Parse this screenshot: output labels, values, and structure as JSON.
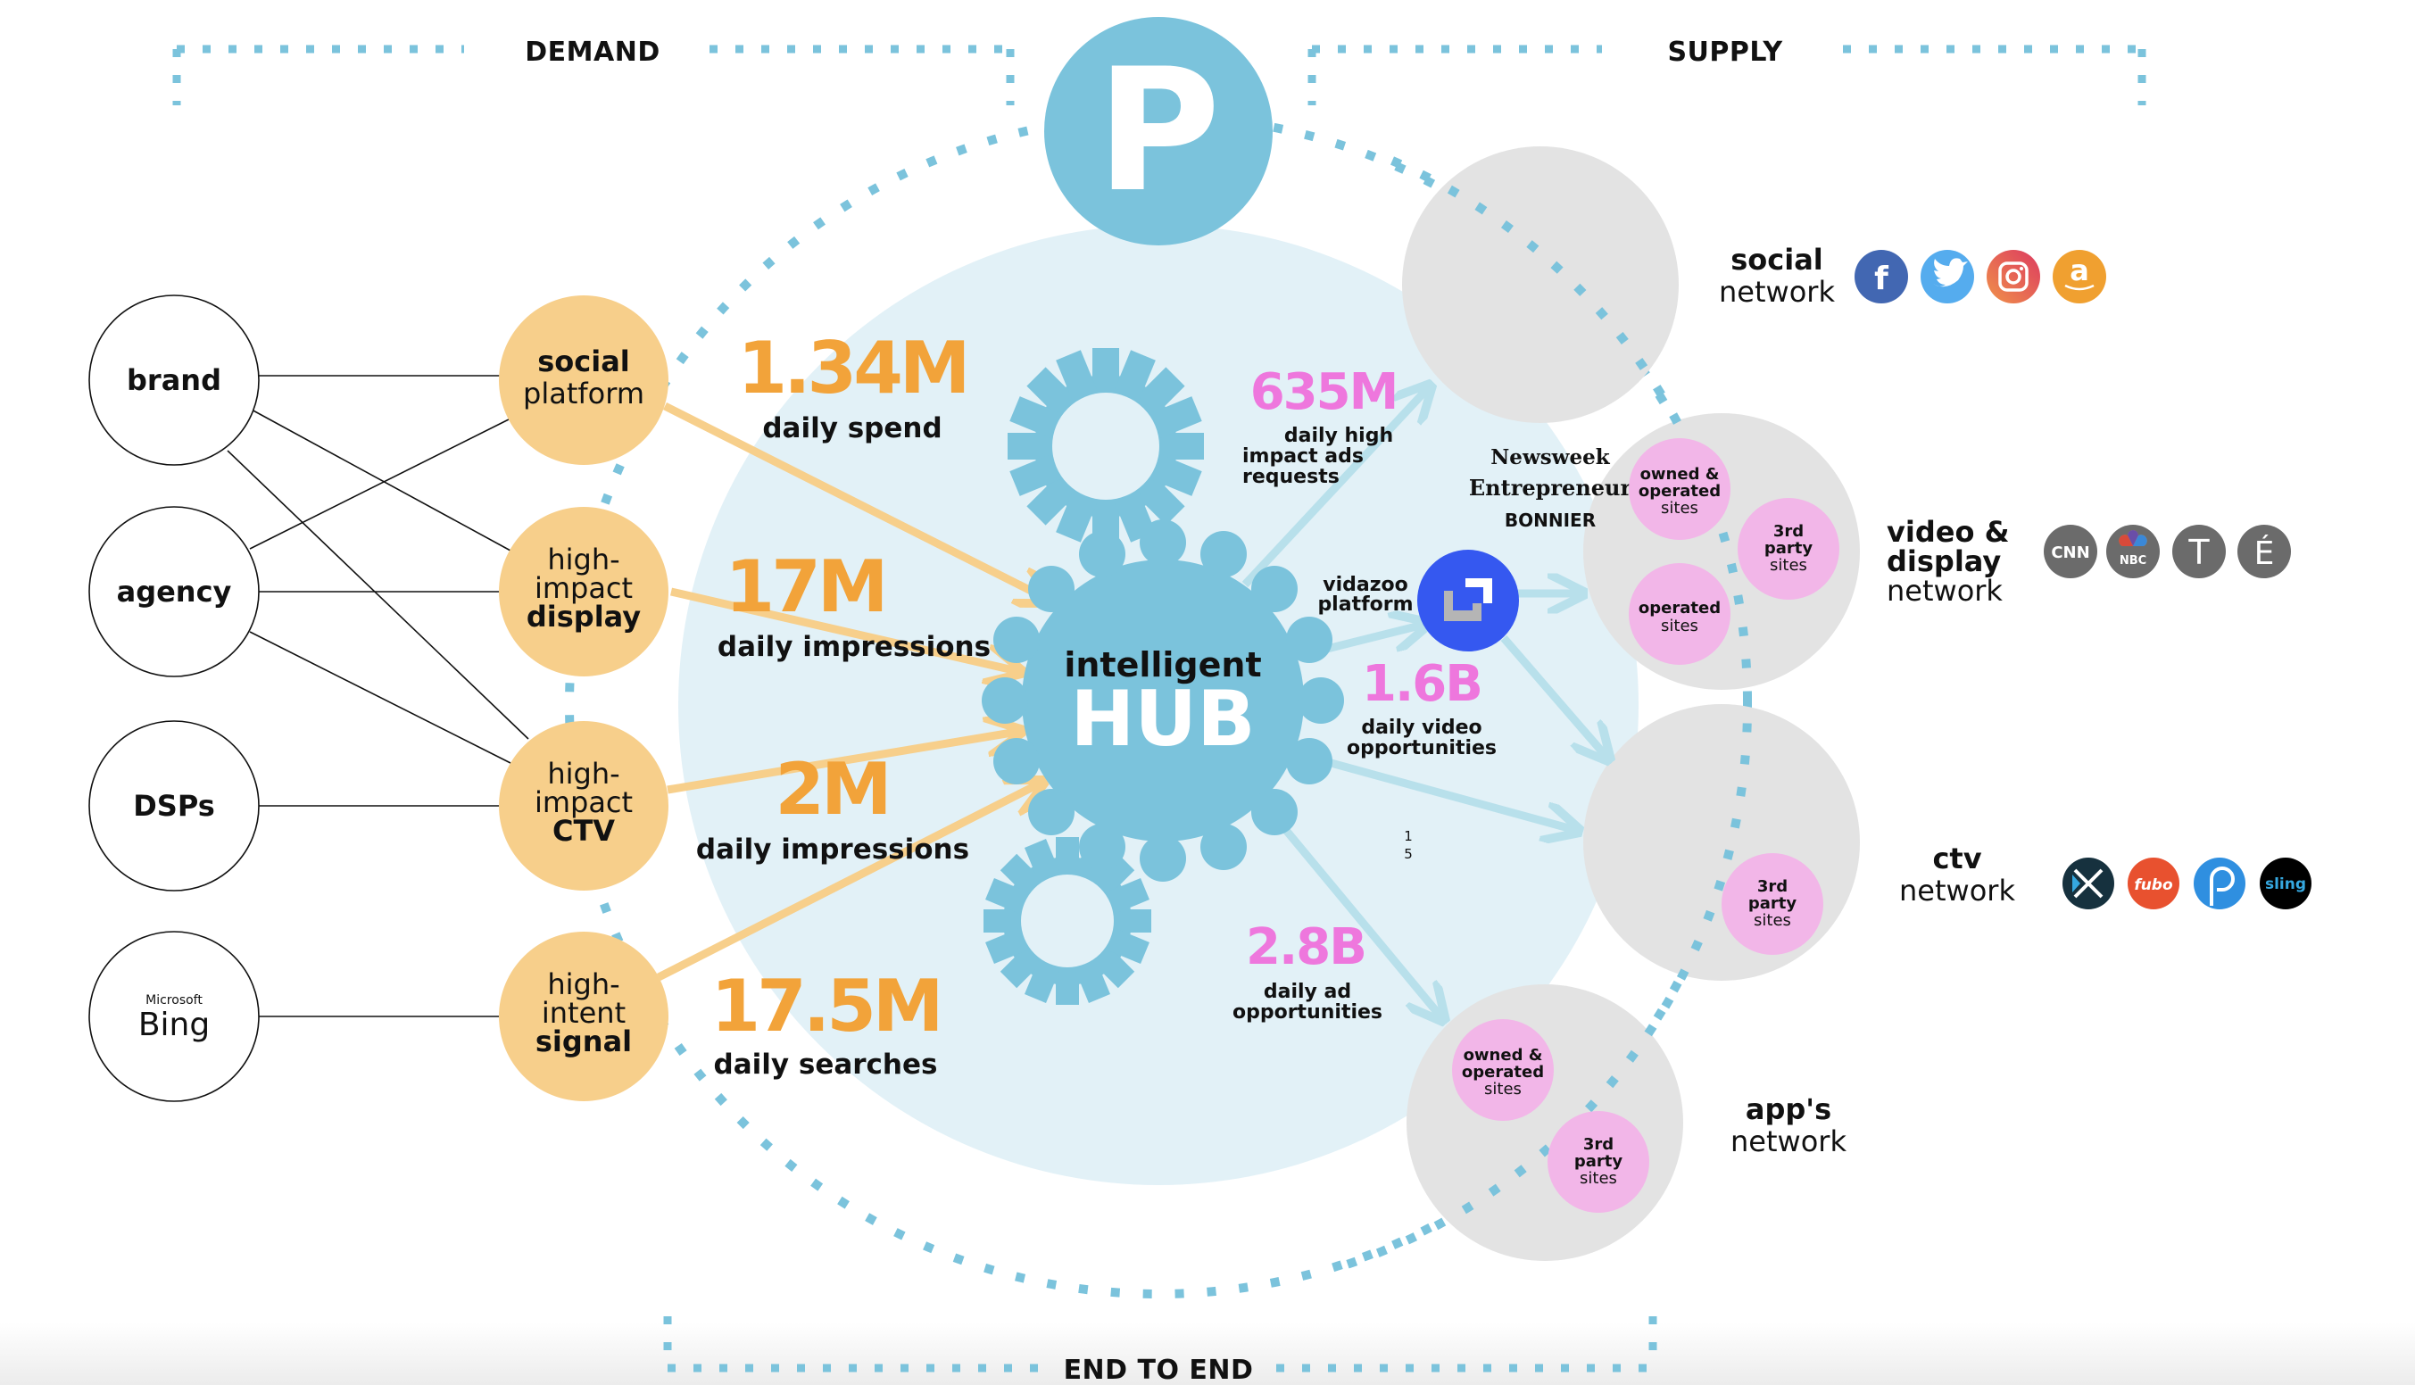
{
  "headers": {
    "demand": "DEMAND",
    "supply": "SUPPLY",
    "end_to_end": "END TO END"
  },
  "logo": {
    "letter": "P",
    "color": "#7bc3dc"
  },
  "colors": {
    "accent_blue": "#7bc3dc",
    "hub_bg": "#e2f1f7",
    "orange_node": "#f7cf8b",
    "orange_stat": "#f2a33a",
    "pink_stat": "#ee77dd",
    "pink_node": "#f2b6e8",
    "grey_network": "#e3e3e3",
    "arrow_blue": "#b8e0eb",
    "vidazoo_blue": "#3558f0"
  },
  "demand_sources": [
    {
      "label": "brand"
    },
    {
      "label": "agency"
    },
    {
      "label": "DSPs"
    },
    {
      "label_small": "Microsoft",
      "label": "Bing"
    }
  ],
  "channels": [
    {
      "line1": "social",
      "line2": "platform",
      "line3": ""
    },
    {
      "line1": "high-",
      "line2": "impact",
      "line3": "display"
    },
    {
      "line1": "high-",
      "line2": "impact",
      "line3": "CTV"
    },
    {
      "line1": "high-",
      "line2": "intent",
      "line3": "signal"
    }
  ],
  "demand_stats": [
    {
      "value": "1.34M",
      "label": "daily spend"
    },
    {
      "value": "17M",
      "label": "daily impressions"
    },
    {
      "value": "2M",
      "label": "daily impressions"
    },
    {
      "value": "17.5M",
      "label": "daily searches"
    }
  ],
  "hub": {
    "small": "intelligent",
    "big": "HUB"
  },
  "supply_stats": [
    {
      "value": "635M",
      "lines": [
        "daily  high",
        "impact ads",
        "requests"
      ]
    },
    {
      "value": "1.6B",
      "lines": [
        "daily video",
        "opportunities"
      ]
    },
    {
      "value": "2.8B",
      "lines": [
        "daily ad",
        "opportunities"
      ]
    }
  ],
  "vidazoo": {
    "lines": [
      "vidazoo",
      "platform"
    ]
  },
  "publishers": [
    "Newsweek",
    "Entrepreneur",
    "BONNIER"
  ],
  "page_marker": [
    "1",
    "5"
  ],
  "networks": {
    "social": {
      "bold": "social",
      "light": "network",
      "icons": [
        {
          "name": "facebook",
          "glyph": "f",
          "color": "#4267b2"
        },
        {
          "name": "twitter",
          "glyph": "🐦",
          "color": "#55acee"
        },
        {
          "name": "instagram",
          "glyph": "◎",
          "color": "#e4405f"
        },
        {
          "name": "amazon",
          "glyph": "a",
          "color": "#f0a030"
        }
      ]
    },
    "video_display": {
      "bold1": "video &",
      "bold2": "display",
      "light": "network",
      "sites": [
        {
          "bold": [
            "owned &",
            "operated"
          ],
          "light": "sites"
        },
        {
          "bold": [
            "3rd",
            "party"
          ],
          "light": "sites"
        },
        {
          "bold": [
            "operated"
          ],
          "light": "sites"
        }
      ],
      "icons": [
        {
          "name": "cnn",
          "glyph": "CNN",
          "color": "#6b6b6b"
        },
        {
          "name": "nbc",
          "glyph": "NBC",
          "color": "#6b6b6b"
        },
        {
          "name": "nyt",
          "glyph": "T",
          "color": "#6b6b6b"
        },
        {
          "name": "elle",
          "glyph": "É",
          "color": "#6b6b6b"
        }
      ]
    },
    "ctv": {
      "bold": "ctv",
      "light": "network",
      "sites": [
        {
          "bold": [
            "3rd",
            "party"
          ],
          "light": "sites"
        }
      ],
      "icons": [
        {
          "name": "xumo",
          "glyph": "X",
          "color": "#16313e"
        },
        {
          "name": "fubo",
          "glyph": "fubo",
          "color": "#e8512f"
        },
        {
          "name": "philo",
          "glyph": "p",
          "color": "#2f8fe0"
        },
        {
          "name": "sling",
          "glyph": "sling",
          "color": "#000000"
        }
      ]
    },
    "apps": {
      "bold": "app's",
      "light": "network",
      "sites": [
        {
          "bold": [
            "owned &",
            "operated"
          ],
          "light": "sites"
        },
        {
          "bold": [
            "3rd",
            "party"
          ],
          "light": "sites"
        }
      ]
    }
  }
}
